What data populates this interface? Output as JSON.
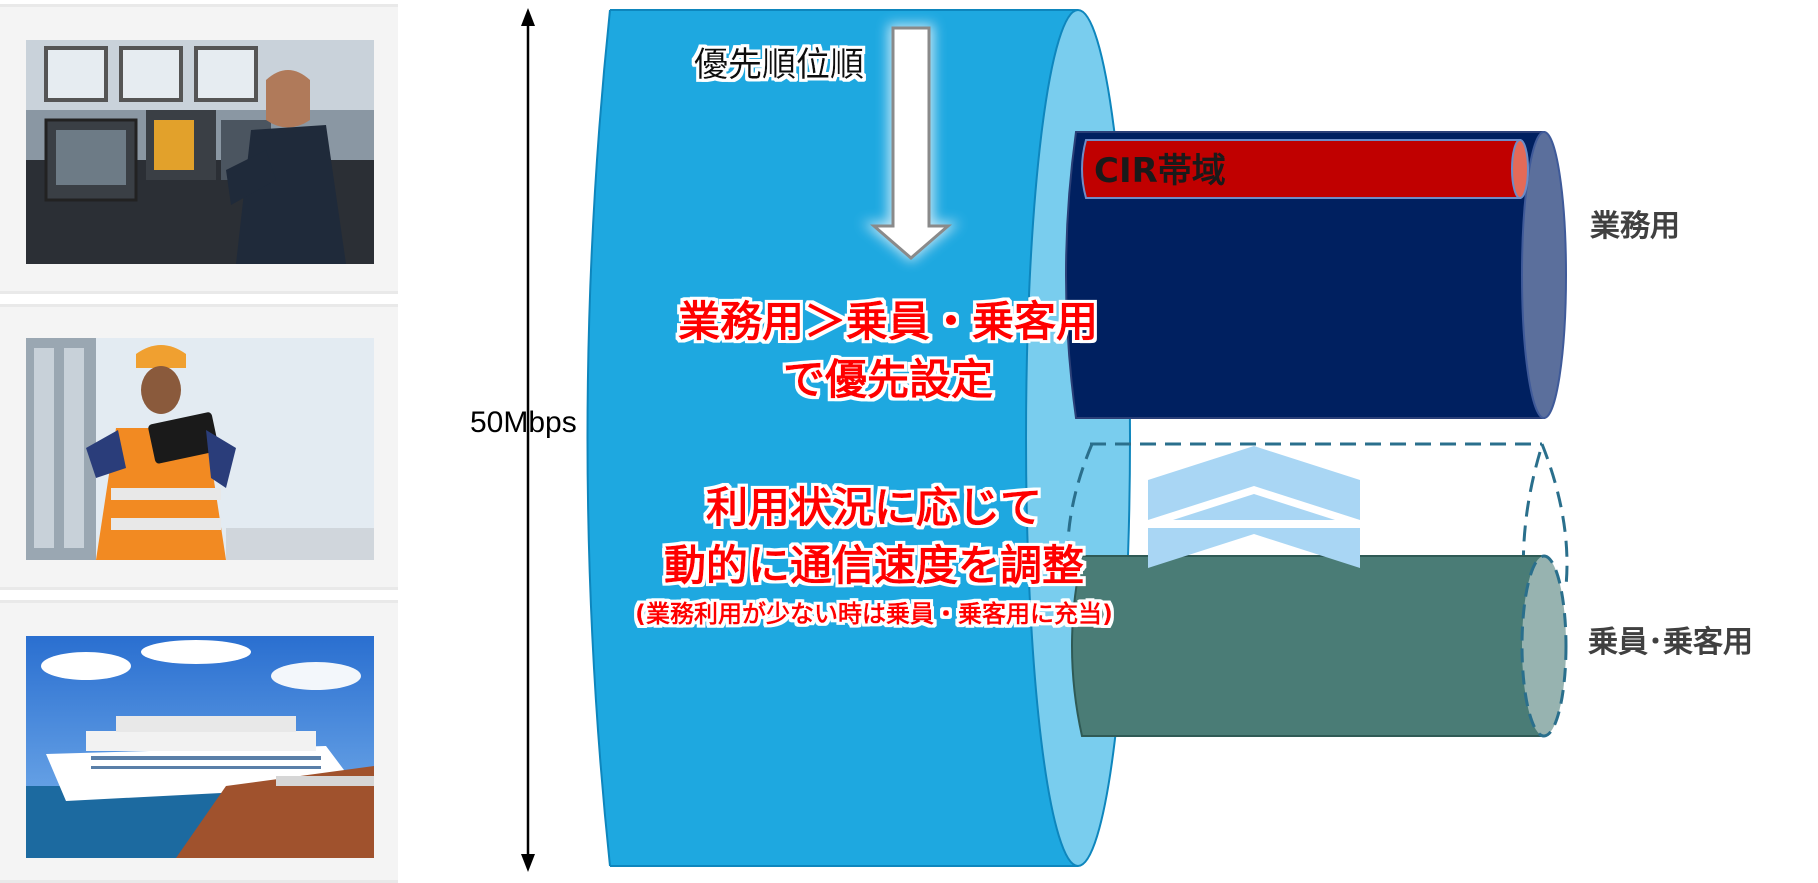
{
  "bandwidth_label": "50Mbps",
  "priority_arrow_label": "優先順位順",
  "priority_statement": [
    "業務用＞乗員・乗客用",
    "で優先設定"
  ],
  "dynamic_statement": [
    "利用状況に応じて",
    "動的に通信速度を調整"
  ],
  "dynamic_note": "(業務利用が少ない時は乗員・乗客用に充当)",
  "cir_label": "CIR帯域",
  "business_label": "業務用",
  "crew_passenger_label": "乗員･乗客用",
  "photos": [
    {
      "subject": "ship-bridge-officer-photo"
    },
    {
      "subject": "port-worker-with-tablet-photo"
    },
    {
      "subject": "cruise-ship-at-pier-photo"
    }
  ],
  "colors": {
    "main_pipe": "#1ea8e0",
    "main_pipe_rim": "#79cdee",
    "business_pipe": "#002060",
    "business_pipe_end": "#5b6f9c",
    "cir_band": "#c00000",
    "crew_pipe": "#4a7c76",
    "crew_pipe_end": "#97b3b0",
    "dashed_outline": "#2a6f8c",
    "emphasis_text": "#ff0000",
    "side_label": "#404040",
    "up_chevron": "#a9d6f4"
  }
}
